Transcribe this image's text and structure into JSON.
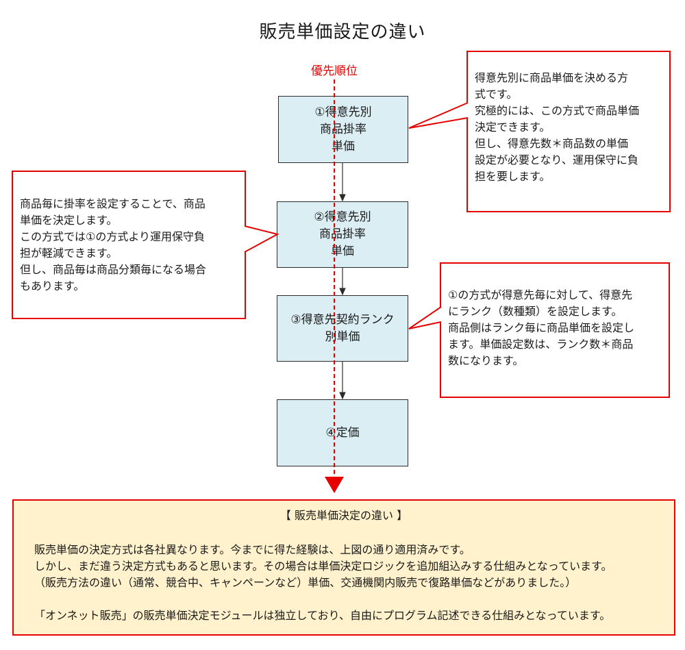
{
  "title": "販売単価設定の違い",
  "priority_label": "優先順位",
  "boxes": [
    "①得意先別\n商品掛率\n単価",
    "②得意先別\n商品掛率\n単価",
    "③得意先契約ランク\n別単価",
    "④定価"
  ],
  "callouts": {
    "right_top": "得意先別に商品単価を決める方\n式です。\n究極的には、この方式で商品単価\n決定できます。\n但し、得意先数＊商品数の単価\n設定が必要となり、運用保守に負\n担を要します。",
    "left_mid": "商品毎に掛率を設定することで、商品\n単価を決定します。\nこの方式では①の方式より運用保守負\n担が軽減できます。\n但し、商品毎は商品分類毎になる場合\nもあります。",
    "right_mid": "①の方式が得意先毎に対して、得意先\nにランク（数種類）を設定します。\n商品側はランク毎に商品単価を設定し\nます。単価設定数は、ランク数＊商品\n数になります。"
  },
  "summary": {
    "title": "【 販売単価決定の違い 】",
    "line1": "販売単価の決定方式は各社異なります。今までに得た経験は、上図の通り適用済みです。",
    "line2": "しかし、まだ違う決定方式もあると思います。その場合は単価決定ロジックを追加組込みする仕組みとなっています。",
    "line3": "（販売方法の違い（通常、競合中、キャンペーンなど）単価、交通機関内販売で復路単価などがありました。）",
    "line4": "「オンネット販売」の販売単価決定モジュールは独立しており、自由にプログラム記述できる仕組みとなっています。"
  },
  "colors": {
    "accent_red": "#e60000",
    "box_fill": "#dbeef4",
    "summary_fill": "#fff2cc"
  }
}
